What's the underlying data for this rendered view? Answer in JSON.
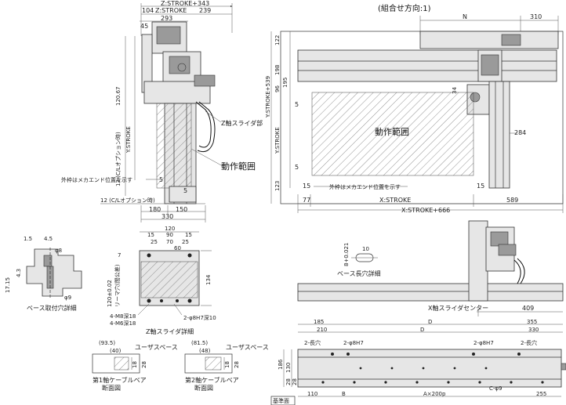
{
  "heading": "(組合せ方向:1)",
  "front_view": {
    "top_dims": [
      "Z:STROKE+343",
      "104",
      "Z:STROKE",
      "239",
      "293",
      "45"
    ],
    "side_dims": [
      "120.67",
      "Y:STROKE",
      "12 (C/Lオプション時)"
    ],
    "bottom_dims": [
      "5",
      "5",
      "180",
      "150",
      "330",
      "12 (C/Lオプション時)"
    ],
    "callouts": [
      "Z軸スライダ部",
      "動作範囲",
      "外枠はメカエンド位置を示す"
    ]
  },
  "top_view": {
    "top_dims": [
      "N",
      "310"
    ],
    "left_dims": [
      "122",
      "198",
      "Y:STROKE+539",
      "Y:STROKE",
      "195",
      "96",
      "123"
    ],
    "inner_dims": [
      "5",
      "5",
      "15",
      "15",
      "34",
      "284"
    ],
    "callouts": [
      "動作範囲",
      "外枠はメカエンド位置を示す"
    ],
    "bottom_dims": [
      "77",
      "X:STROKE",
      "589",
      "X:STROKE+666"
    ]
  },
  "base_hole_detail": {
    "dims": [
      "1.5",
      "4.5",
      "φ8",
      "4.3",
      "17.15",
      "φ9"
    ],
    "caption": "ベース取付穴詳細"
  },
  "z_slider_detail": {
    "dims": [
      "120",
      "15",
      "90",
      "15",
      "25",
      "70",
      "25",
      "60",
      "7",
      "134",
      "120±0.02",
      "リーマ穴(間公差)"
    ],
    "callouts": [
      "4-M8深18",
      "4-M6深18",
      "2-φ8H7深10"
    ],
    "caption": "Z軸スライダ詳細"
  },
  "long_hole_detail": {
    "dims": [
      "8+0.021",
      "10"
    ],
    "caption": "ベース長穴詳細"
  },
  "side_view": {
    "dims": [
      "409"
    ],
    "callout": "X軸スライダセンター"
  },
  "base_bottom_view": {
    "top_dims": [
      "185",
      "D",
      "355",
      "210",
      "D",
      "330"
    ],
    "labels": [
      "2-長穴",
      "2-φ8H7",
      "2-φ8H7",
      "2-長穴"
    ],
    "left_dims": [
      "186",
      "130",
      "28",
      "28"
    ],
    "bottom_dims": [
      "110",
      "B",
      "A×200p",
      "C-φ9",
      "255"
    ],
    "ref_label": "基準面"
  },
  "cable1": {
    "dims": [
      "(93.5)",
      "(40)",
      "18",
      "28"
    ],
    "user_space": "ユーザスペース",
    "caption": [
      "第1軸ケーブルベア",
      "断面図"
    ]
  },
  "cable2": {
    "dims": [
      "(81.5)",
      "(48)",
      "18",
      "28"
    ],
    "user_space": "ユーザスペース",
    "caption": [
      "第2軸ケーブルベア",
      "断面図"
    ]
  }
}
